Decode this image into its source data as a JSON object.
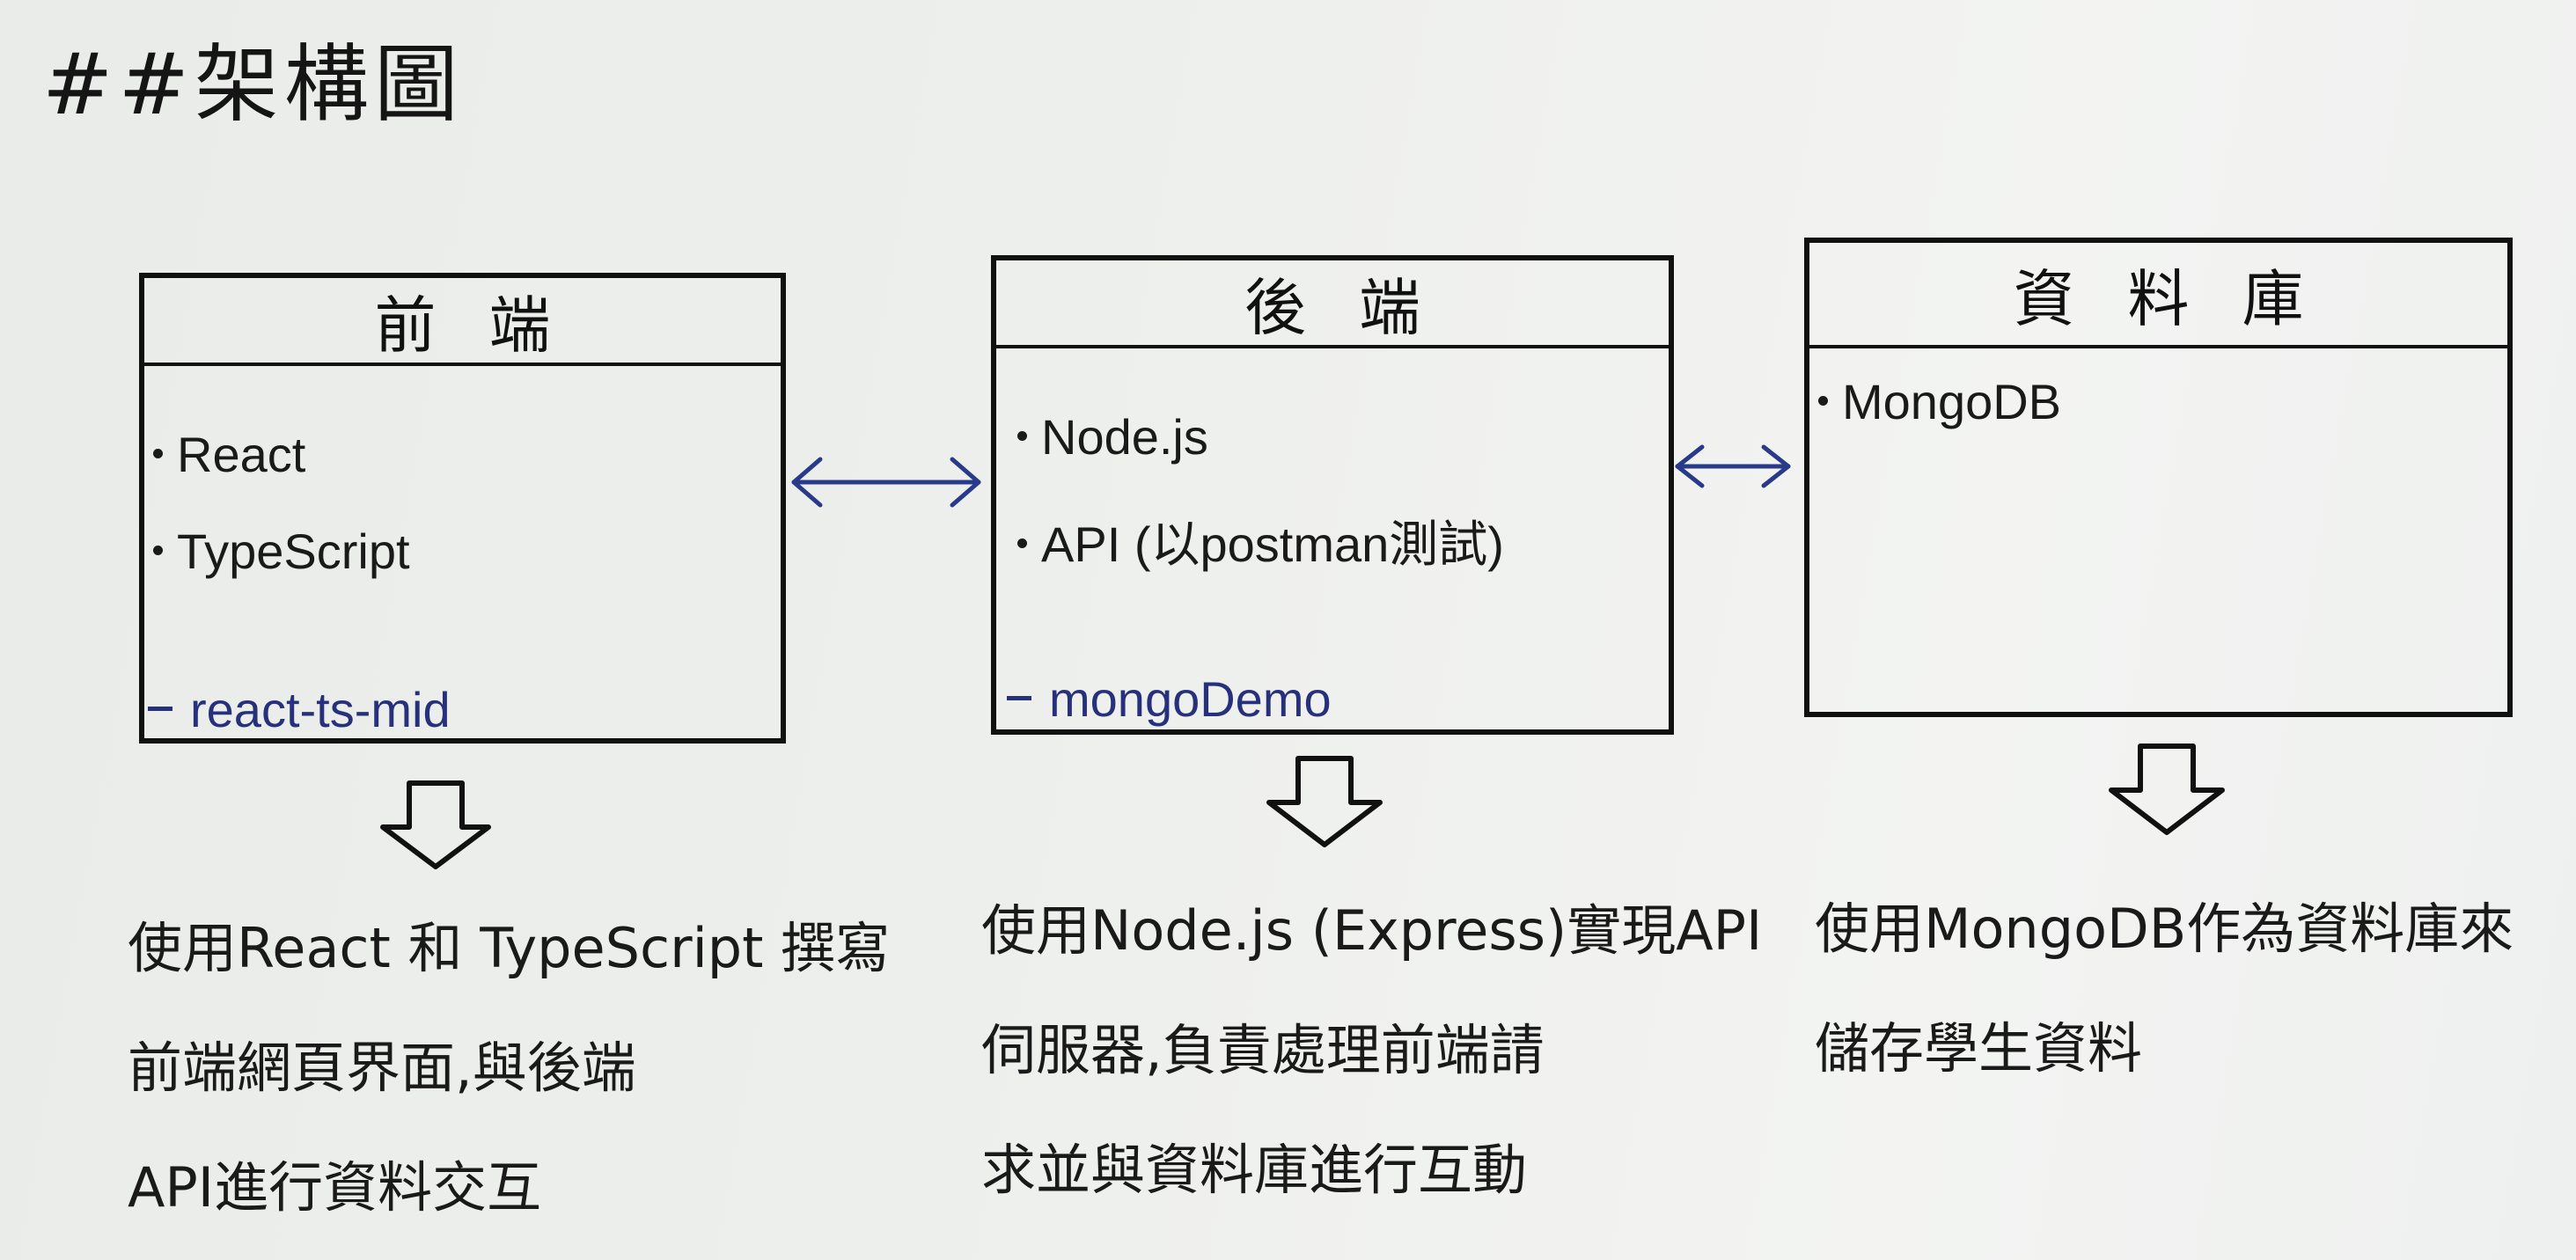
{
  "title": "##架構圖",
  "boxes": [
    {
      "header": "前端",
      "items": [
        "React",
        "TypeScript"
      ],
      "folder": "react-ts-mid",
      "description": [
        "使用React 和 TypeScript 撰寫",
        "前端網頁界面,與後端",
        "API進行資料交互"
      ]
    },
    {
      "header": "後端",
      "items": [
        "Node.js",
        "API (以postman測試)"
      ],
      "folder": "mongoDemo",
      "description": [
        "使用Node.js (Express)實現API",
        "伺服器,負責處理前端請",
        "求並與資料庫進行互動"
      ]
    },
    {
      "header": "資料庫",
      "items": [
        "MongoDB"
      ],
      "folder": "",
      "description": [
        "使用MongoDB作為資料庫來",
        "儲存學生資料"
      ]
    }
  ],
  "colors": {
    "ink": "#111111",
    "folder_ink": "#27307a",
    "arrow_ink": "#2a3a8a"
  },
  "icons": [
    "double-arrow-icon",
    "down-arrow-icon"
  ]
}
